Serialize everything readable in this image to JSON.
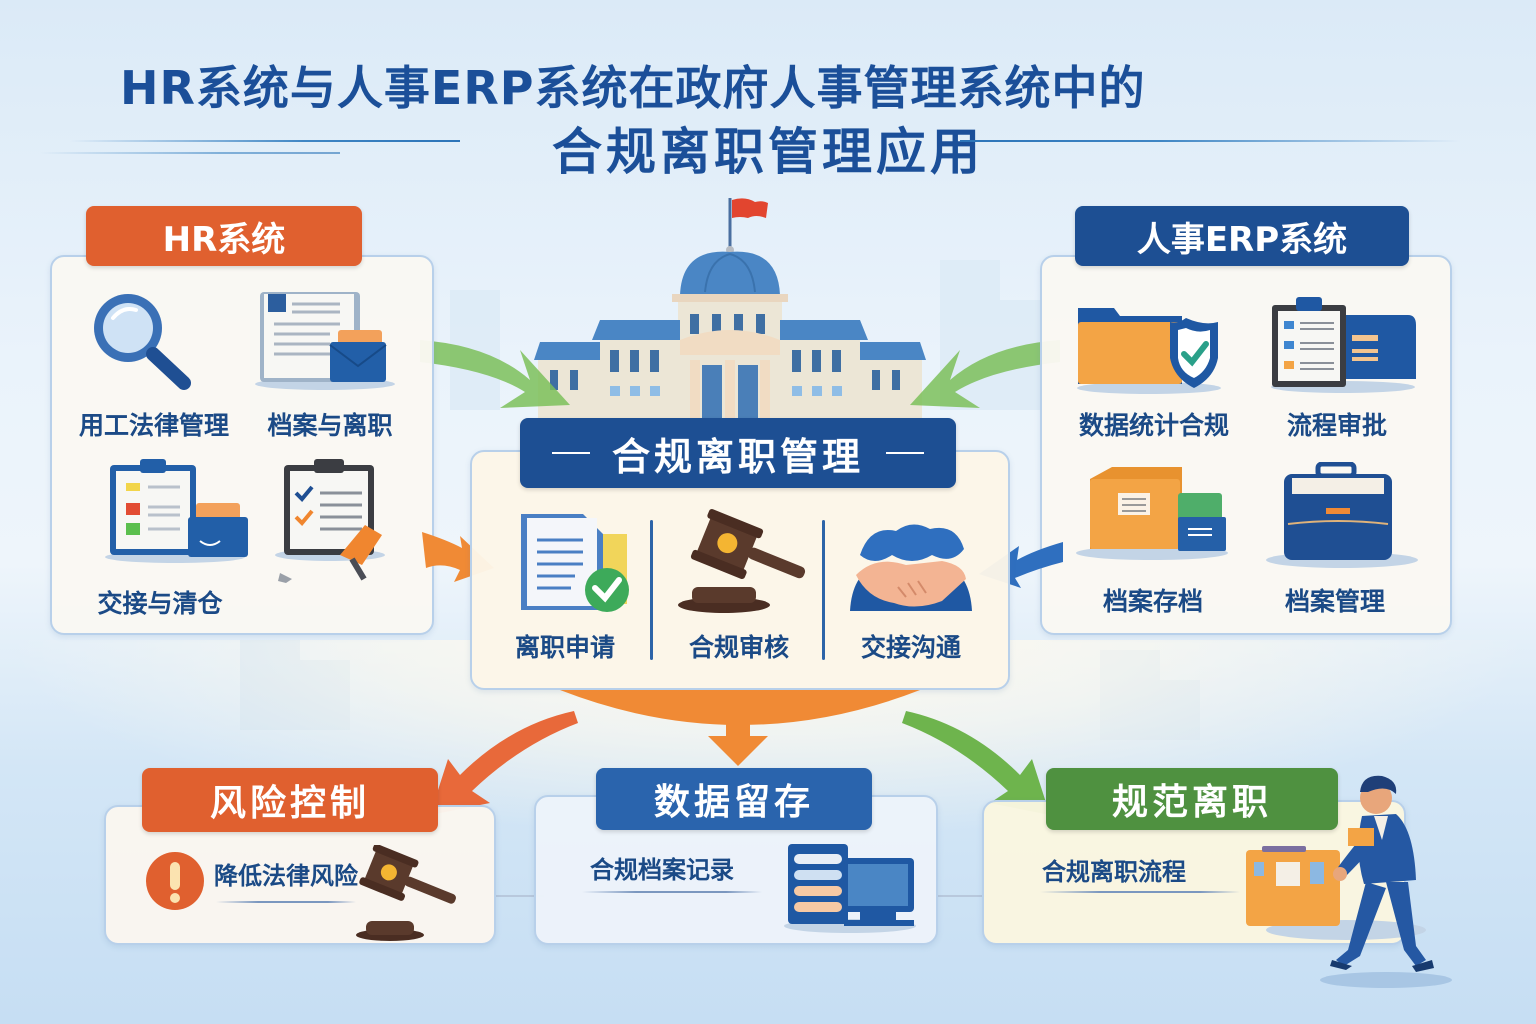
{
  "title": {
    "line1": "HR系统与人事ERP系统在政府人事管理系统中的",
    "line2": "合规离职管理应用"
  },
  "hr_system": {
    "header": "HR系统",
    "items": [
      {
        "label": "用工法律管理",
        "icon": "magnifier-icon"
      },
      {
        "label": "档案与离职",
        "icon": "document-envelope-icon"
      },
      {
        "label": "交接与清仓",
        "icon": "clipboard-folder-icon"
      },
      {
        "label": "",
        "icon": "checklist-stamp-icon"
      }
    ]
  },
  "erp_system": {
    "header": "人事ERP系统",
    "items": [
      {
        "label": "数据统计合规",
        "icon": "folder-shield-icon"
      },
      {
        "label": "流程审批",
        "icon": "clipboard-binder-icon"
      },
      {
        "label": "档案存档",
        "icon": "boxes-icon"
      },
      {
        "label": "档案管理",
        "icon": "briefcase-icon"
      }
    ]
  },
  "center": {
    "header": "合规离职管理",
    "items": [
      {
        "label": "离职申请",
        "icon": "document-check-icon"
      },
      {
        "label": "合规审核",
        "icon": "gavel-icon"
      },
      {
        "label": "交接沟通",
        "icon": "handshake-icon"
      }
    ]
  },
  "outcomes": [
    {
      "header": "风险控制",
      "text": "降低法律风险",
      "icon": "alert-icon",
      "color": "#e0602f"
    },
    {
      "header": "数据留存",
      "text": "合规档案记录",
      "icon": "computer-database-icon",
      "color": "#2a64ad"
    },
    {
      "header": "规范离职",
      "text": "合规离职流程",
      "icon": "walking-person-box-icon",
      "color": "#4f9140"
    }
  ],
  "colors": {
    "title": "#1b4f99",
    "orange": "#e0602f",
    "navy": "#1d4f93",
    "green": "#4f9140",
    "arrow_orange": "#f08a35",
    "arrow_blue": "#2f6fbf",
    "arrow_green": "#6eb44d"
  }
}
